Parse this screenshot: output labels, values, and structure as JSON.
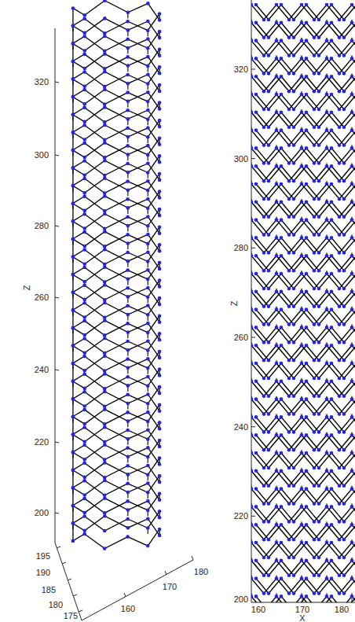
{
  "diagram": {
    "labels": [
      "320",
      "300",
      "280",
      "260",
      "240",
      "220",
      "200",
      "Z",
      "195",
      "190",
      "185",
      "180",
      "175",
      "160",
      "170",
      "180",
      "320",
      "300",
      "280",
      "260",
      "240",
      "220",
      "200",
      "Z",
      "160",
      "170",
      "180",
      "X"
    ]
  }
}
